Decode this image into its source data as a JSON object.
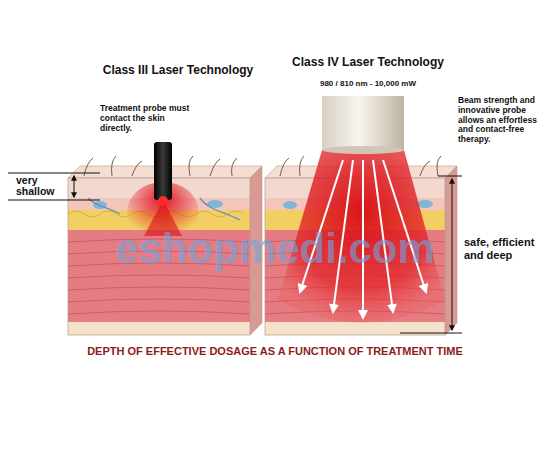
{
  "diagram": {
    "caption": "DEPTH OF EFFECTIVE DOSAGE AS A FUNCTION OF TREATMENT TIME",
    "labels": [
      "Class III Laser Technology",
      "Class IV Laser Technology",
      "980 / 810 nm - 10,000 mW",
      "Treatment probe must contact the skin directly.",
      "Beam strength and innovative probe allows an effortless and contact-free therapy.",
      "very shallow",
      "safe, efficient and deep",
      "eshopmedi.com"
    ]
  }
}
